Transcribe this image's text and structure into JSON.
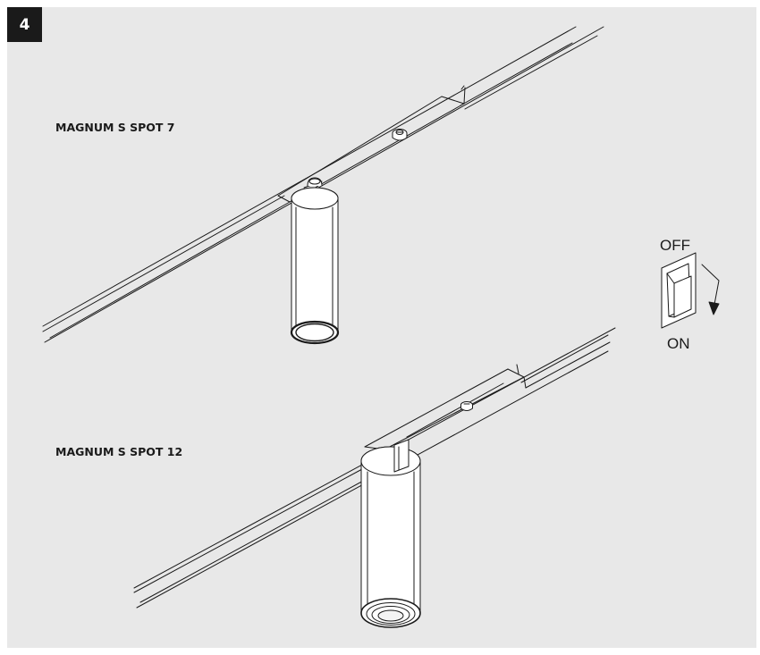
{
  "step_number": "4",
  "spot7_label": "MAGNUM S SPOT 7",
  "spot12_label": "MAGNUM S SPOT 12",
  "switch": {
    "off_label": "OFF",
    "on_label": "ON"
  },
  "colors": {
    "panel": "#e8e8e8",
    "badge": "#1a1a1a",
    "line": "#1a1a1a",
    "fixture": "#ffffff"
  }
}
